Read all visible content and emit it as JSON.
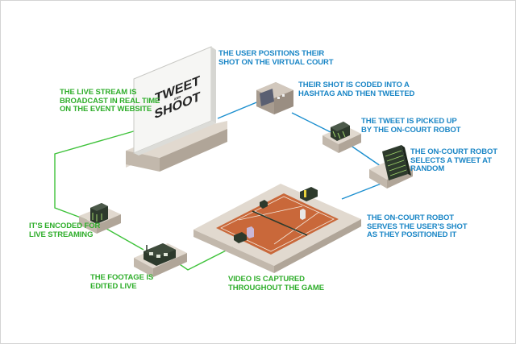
{
  "colors": {
    "green_line": "#3ec23a",
    "green_text": "#2fae2b",
    "blue_line": "#1c8fcf",
    "blue_text": "#1a86c6",
    "platform_top": "#e1d9cf",
    "platform_side": "#c2b8ac",
    "court_clay": "#c9683a",
    "device_dark": "#2d3a2c",
    "screen_bg": "#f6f6f4"
  },
  "screen_logo": {
    "line1": "TWEET",
    "line2": "AND",
    "line3": "SHOOT"
  },
  "labels": {
    "live_stream": "THE LIVE STREAM IS\nBROADCAST IN REAL TIME\nON THE EVENT WEBSITE",
    "user_positions": "THE USER POSITIONS THEIR\nSHOT ON THE VIRTUAL COURT",
    "shot_coded": "THEIR SHOT IS CODED INTO A\nHASHTAG AND THEN TWEETED",
    "tweet_picked": "THE TWEET IS PICKED UP\nBY THE ON-COURT ROBOT",
    "robot_selects": "THE ON-COURT ROBOT\nSELECTS A TWEET AT RANDOM",
    "encoded": "IT'S ENCODED FOR\nLIVE STREAMING",
    "robot_serves": "THE ON-COURT ROBOT\nSERVES THE USER'S SHOT\nAS THEY POSITIONED IT",
    "footage_edited": "THE FOOTAGE IS\nEDITED LIVE",
    "video_captured": "VIDEO IS CAPTURED\nTHROUGHOUT THE GAME"
  }
}
